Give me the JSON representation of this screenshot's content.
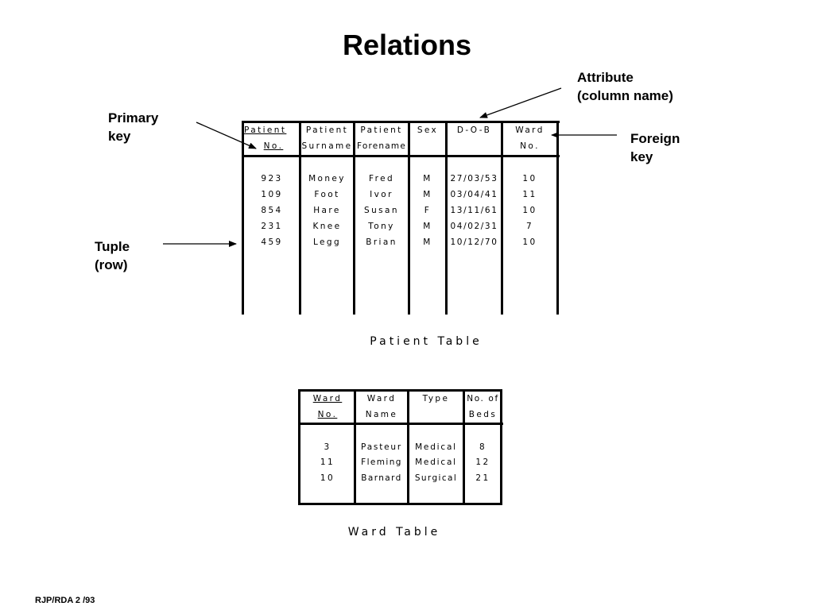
{
  "title": "Relations",
  "callouts": {
    "attribute": "Attribute\n(column name)",
    "primary_key": "Primary\nkey",
    "foreign_key": "Foreign\nkey",
    "tuple": "Tuple\n(row)"
  },
  "patient_table": {
    "caption": "Patient Table",
    "headers": [
      {
        "line1": "Patient",
        "line2": "No."
      },
      {
        "line1": "Patient",
        "line2": "Surname"
      },
      {
        "line1": "Patient",
        "line2": "Forename"
      },
      {
        "line1": "Sex",
        "line2": ""
      },
      {
        "line1": "D-O-B",
        "line2": ""
      },
      {
        "line1": "Ward",
        "line2": "No."
      }
    ],
    "rows": [
      [
        "923",
        "Money",
        "Fred",
        "M",
        "27/03/53",
        "10"
      ],
      [
        "109",
        "Foot",
        "Ivor",
        "M",
        "03/04/41",
        "11"
      ],
      [
        "854",
        "Hare",
        "Susan",
        "F",
        "13/11/61",
        "10"
      ],
      [
        "231",
        "Knee",
        "Tony",
        "M",
        "04/02/31",
        "7"
      ],
      [
        "459",
        "Legg",
        "Brian",
        "M",
        "10/12/70",
        "10"
      ]
    ]
  },
  "ward_table": {
    "caption": "Ward Table",
    "headers": [
      {
        "line1": "Ward",
        "line2": "No."
      },
      {
        "line1": "Ward",
        "line2": "Name"
      },
      {
        "line1": "Type",
        "line2": ""
      },
      {
        "line1": "No. of",
        "line2": "Beds"
      }
    ],
    "rows": [
      [
        "3",
        "Pasteur",
        "Medical",
        "8"
      ],
      [
        "11",
        "Fleming",
        "Medical",
        "12"
      ],
      [
        "10",
        "Barnard",
        "Surgical",
        "21"
      ]
    ]
  },
  "footer": "RJP/RDA  2 /93"
}
